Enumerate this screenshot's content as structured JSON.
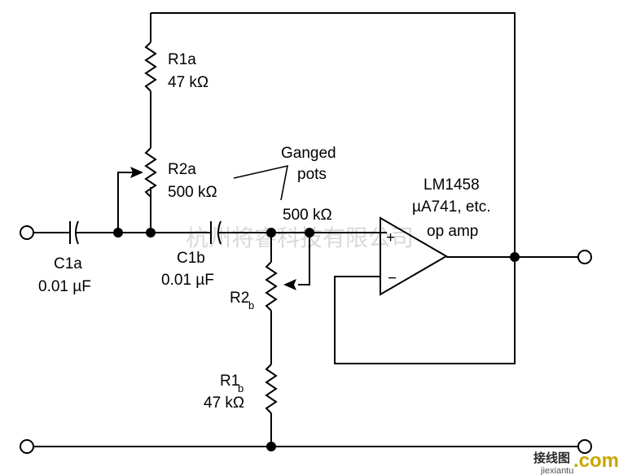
{
  "watermark": "杭州将睿科技有限公司",
  "labels": {
    "r1a_name": "R1a",
    "r1a_value": "47 kΩ",
    "r2a_name": "R2a",
    "r2a_value": "500 kΩ",
    "ganged_1": "Ganged",
    "ganged_2": "pots",
    "r2b_value": "500 kΩ",
    "c1a_name": "C1a",
    "c1a_value": "0.01 µF",
    "c1b_name": "C1b",
    "c1b_value": "0.01 µF",
    "r2b_name": "R2",
    "r2b_sub": "b",
    "r1b_name": "R1",
    "r1b_sub": "b",
    "r1b_value": "47 kΩ",
    "opamp_1": "LM1458",
    "opamp_2": "µA741, etc.",
    "opamp_3": "op amp",
    "plus": "+",
    "minus": "−"
  },
  "logo": {
    "text": "接线图",
    "suffix": ".com",
    "url": "jiexiantu"
  }
}
